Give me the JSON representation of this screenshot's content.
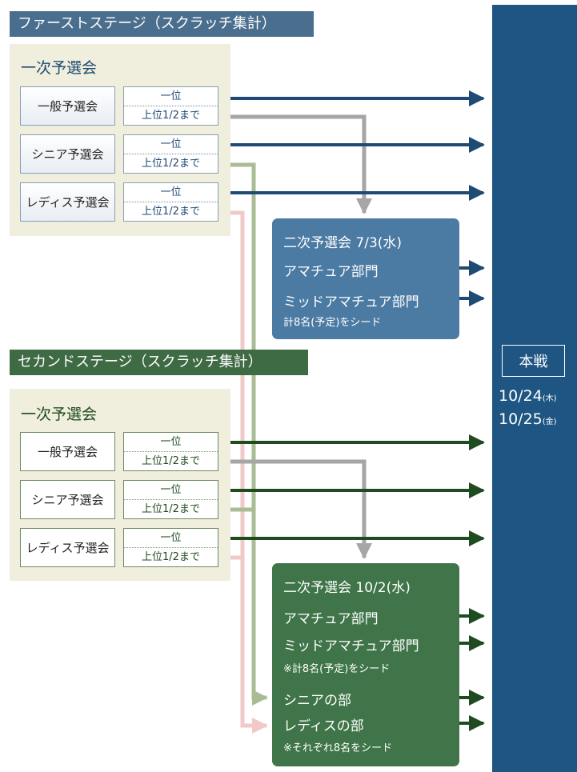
{
  "first_stage": {
    "header": "ファーストステージ（スクラッチ集計）",
    "primary_title": "一次予選会",
    "qualifiers": [
      {
        "name": "一般予選会",
        "rank1": "一位",
        "rank2": "上位1/2まで"
      },
      {
        "name": "シニア予選会",
        "rank1": "一位",
        "rank2": "上位1/2まで"
      },
      {
        "name": "レディス予選会",
        "rank1": "一位",
        "rank2": "上位1/2まで"
      }
    ],
    "secondary": {
      "title": "二次予選会 7/3(水)",
      "div1": "アマチュア部門",
      "div2": "ミッドアマチュア部門",
      "note": "計8名(予定)をシード"
    }
  },
  "second_stage": {
    "header": "セカンドステージ（スクラッチ集計）",
    "primary_title": "一次予選会",
    "qualifiers": [
      {
        "name": "一般予選会",
        "rank1": "一位",
        "rank2": "上位1/2まで"
      },
      {
        "name": "シニア予選会",
        "rank1": "一位",
        "rank2": "上位1/2まで"
      },
      {
        "name": "レディス予選会",
        "rank1": "一位",
        "rank2": "上位1/2まで"
      }
    ],
    "secondary": {
      "title": "二次予選会 10/2(水)",
      "div1": "アマチュア部門",
      "div2": "ミッドアマチュア部門",
      "note1": "※計8名(予定)をシード",
      "div3": "シニアの部",
      "div4": "レディスの部",
      "note2": "※それぞれ8名をシード"
    }
  },
  "final": {
    "label": "本戦",
    "date1": "10/24",
    "day1": "(木)",
    "date2": "10/25",
    "day2": "(金)"
  },
  "colors": {
    "stage1_header": "#4a6e8e",
    "stage2_header": "#3f6b44",
    "panel": "#f0eedc",
    "final_column": "#1e5582",
    "arrow_blue": "#1e4a73",
    "arrow_green": "#1f4b21",
    "connector_gray": "#a6a6a6",
    "connector_green": "#a9bc94",
    "connector_pink": "#f2c9c9"
  }
}
